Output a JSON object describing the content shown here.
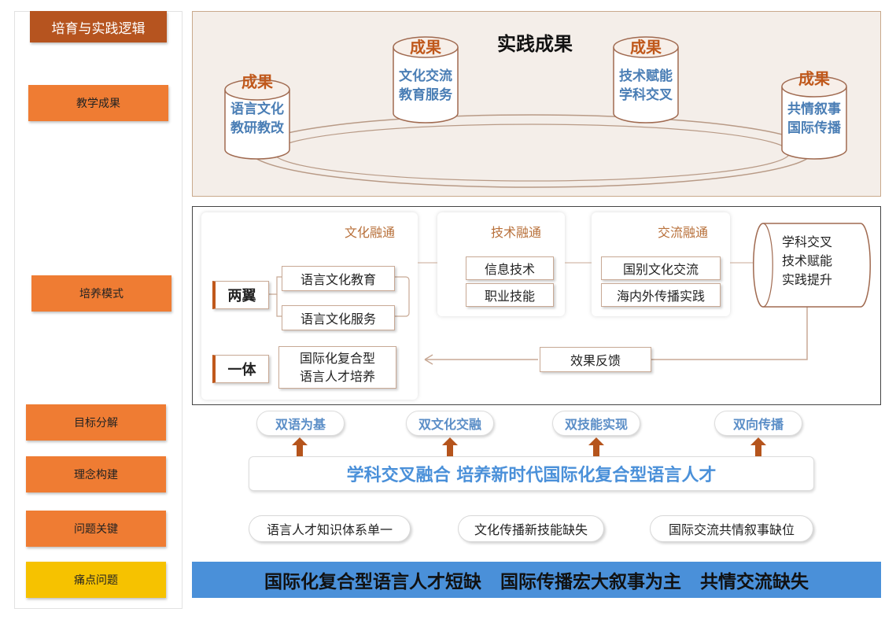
{
  "left_labels": {
    "title": "培育与实践逻辑",
    "teaching_results": "教学成果",
    "training_mode": "培养模式",
    "goal_decomposition": "目标分解",
    "concept_construction": "理念构建",
    "problem_key": "问题关键",
    "pain_point": "痛点问题"
  },
  "practice": {
    "title": "实践成果",
    "cylinders": [
      {
        "head": "成果",
        "line1": "语言文化",
        "line2": "教研教改"
      },
      {
        "head": "成果",
        "line1": "文化交流",
        "line2": "教育服务"
      },
      {
        "head": "成果",
        "line1": "技术赋能",
        "line2": "学科交叉"
      },
      {
        "head": "成果",
        "line1": "共情叙事",
        "line2": "国际传播"
      }
    ]
  },
  "mode": {
    "culture_title": "文化融通",
    "tech_title": "技术融通",
    "exchange_title": "交流融通",
    "two_wings": "两翼",
    "one_body": "一体",
    "lang_edu": "语言文化教育",
    "lang_service": "语言文化服务",
    "intl_line1": "国际化复合型",
    "intl_line2": "语言人才培养",
    "info_tech": "信息技术",
    "job_skill": "职业技能",
    "country_exchange": "国别文化交流",
    "overseas": "海内外传播实践",
    "cylinder_line1": "学科交叉",
    "cylinder_line2": "技术赋能",
    "cylinder_line3": "实践提升",
    "feedback": "效果反馈"
  },
  "goals": [
    "双语为基",
    "双文化交融",
    "双技能实现",
    "双向传播"
  ],
  "concept": "学科交叉融合  培养新时代国际化复合型语言人才",
  "problems": [
    "语言人才知识体系单一",
    "文化传播新技能缺失",
    "国际交流共情叙事缺位"
  ],
  "pain": "国际化复合型语言人才短缺   国际传播宏大叙事为主   共情交流缺失",
  "colors": {
    "orange": "#ef7c33",
    "yellow": "#f6c200",
    "title_brown": "#b6541f",
    "blue": "#4a90d9",
    "accent_text": "#c0581b"
  }
}
